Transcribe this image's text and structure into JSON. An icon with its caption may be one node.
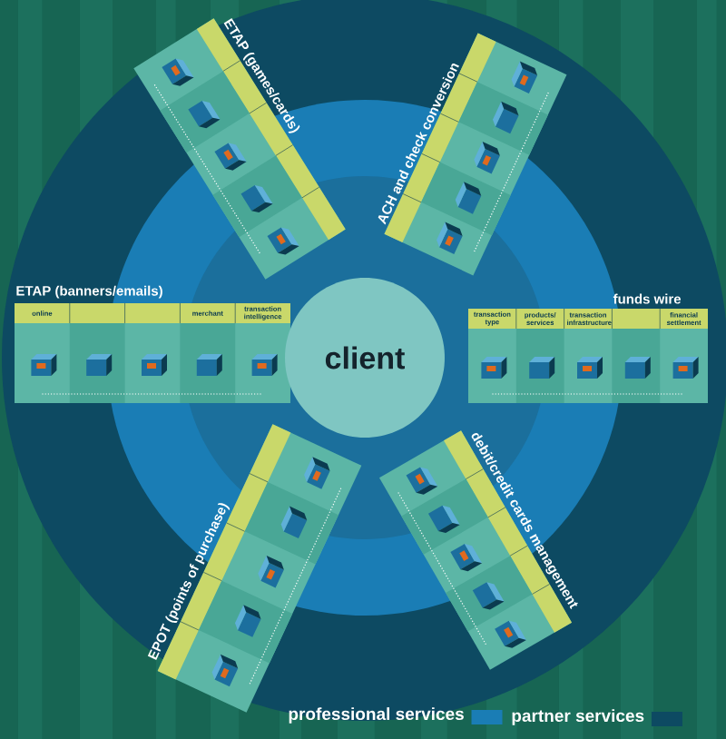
{
  "diagram": {
    "nodes": [
      {
        "text": [
          "ETAP (games/cards)"
        ]
      },
      {
        "text": [
          "ACH and check conversion"
        ]
      },
      {
        "text": [
          "ETAP (banners/emails)",
          "online",
          "merchant",
          "transaction intelligence"
        ]
      },
      {
        "text": [
          "client"
        ]
      },
      {
        "text": [
          "funds wire",
          "transaction type",
          "products/ services",
          "transaction infrastructure",
          "financial settlement"
        ]
      },
      {
        "text": [
          "EPOT (points of purchase)"
        ]
      },
      {
        "text": [
          "debit/credit cards management"
        ]
      }
    ],
    "legend": [
      {
        "text": "professional services",
        "color": "#1a7db5"
      },
      {
        "text": "partner services",
        "color": "#0d4a62"
      }
    ]
  }
}
